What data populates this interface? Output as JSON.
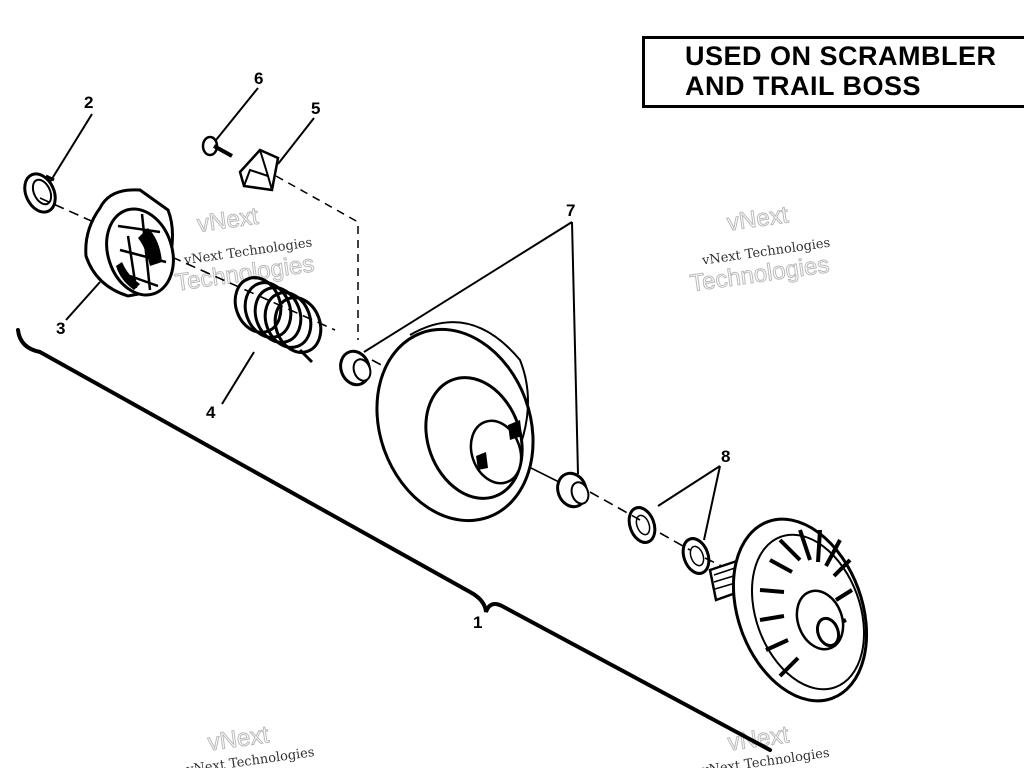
{
  "note_box": {
    "line1": "USED ON SCRAMBLER",
    "line2": "AND TRAIL BOSS"
  },
  "callouts": {
    "c1": "1",
    "c2": "2",
    "c3": "3",
    "c4": "4",
    "c5": "5",
    "c6": "6",
    "c7": "7",
    "c8": "8"
  },
  "watermark": {
    "line1": "vNext Technologies",
    "line2": "vNext",
    "line3": "Technologies"
  }
}
